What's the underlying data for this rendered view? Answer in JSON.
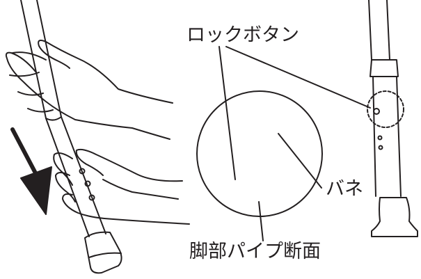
{
  "labels": {
    "lock_button": "ロックボタン",
    "spring": "バネ",
    "leg_pipe_section": "脚部パイプ断面"
  },
  "figure": {
    "arrow_direction": "down",
    "line_color": "#231f20"
  }
}
